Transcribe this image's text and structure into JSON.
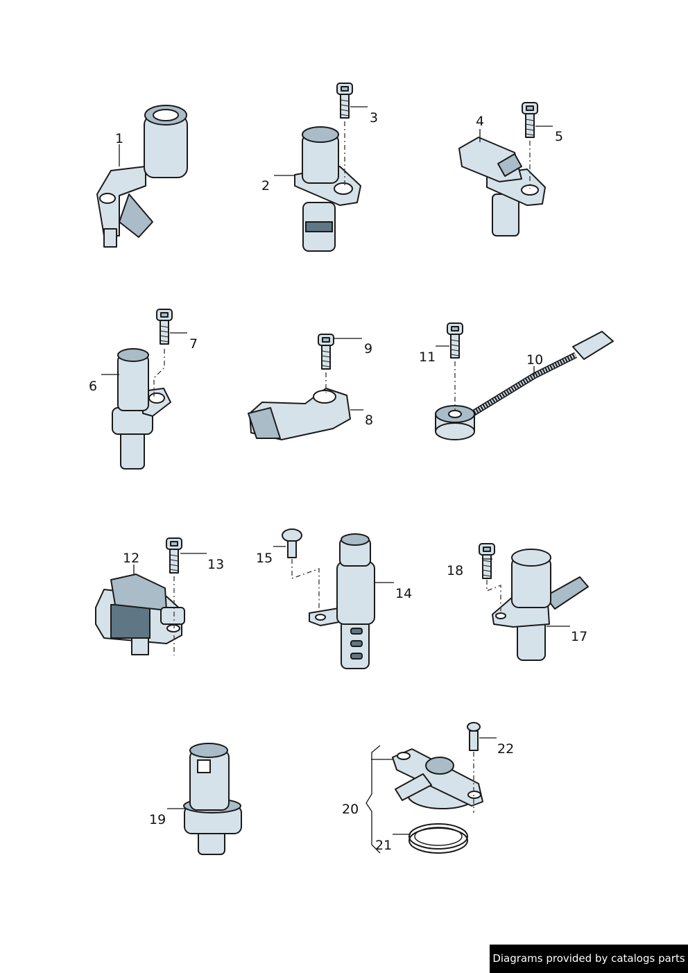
{
  "footer": {
    "text": "Diagrams provided by catalogs parts"
  },
  "callouts": {
    "c1": "1",
    "c2": "2",
    "c3": "3",
    "c4": "4",
    "c5": "5",
    "c6": "6",
    "c7": "7",
    "c8": "8",
    "c9": "9",
    "c10": "10",
    "c11": "11",
    "c12": "12",
    "c13": "13",
    "c14": "14",
    "c15": "15",
    "c17": "17",
    "c18": "18",
    "c19": "19",
    "c20": "20",
    "c21": "21",
    "c22": "22"
  },
  "colors": {
    "part_fill": "#d6e2e9",
    "part_shade": "#a9bcc8",
    "outline": "#1a1a1a"
  }
}
